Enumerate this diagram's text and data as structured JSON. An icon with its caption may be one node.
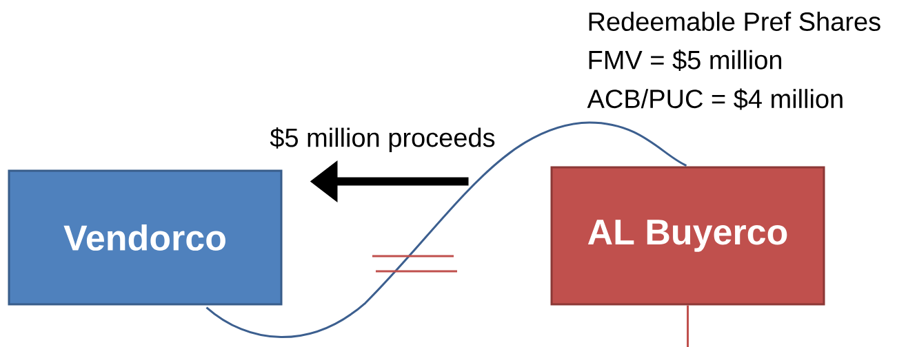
{
  "diagram": {
    "nodes": [
      {
        "text": [
          "Vendorco"
        ]
      },
      {
        "text": [
          "AL Buyerco"
        ]
      }
    ],
    "edges": [
      {
        "from": null,
        "to": 0,
        "arrow": "to",
        "label": "$5 million proceeds",
        "style": "thick",
        "color": "#000000"
      },
      {
        "from": 0,
        "to": 1,
        "arrow": "none",
        "color": "#3c5f8f"
      },
      {
        "from": 1,
        "to": null,
        "arrow": "none",
        "color": "#c0504d"
      }
    ],
    "labels": [
      "Redeemable Pref Shares",
      "FMV = $5 million",
      "ACB/PUC = $4 million"
    ]
  }
}
